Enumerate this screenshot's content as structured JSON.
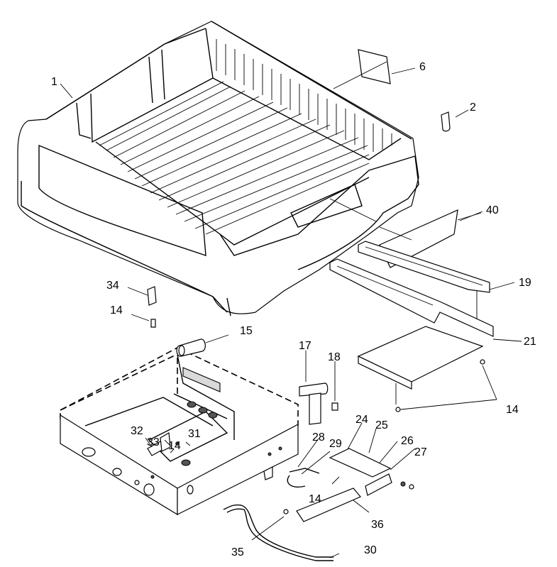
{
  "callouts": [
    "1",
    "2",
    "6",
    "40",
    "19",
    "21",
    "34",
    "14",
    "15",
    "17",
    "18",
    "14",
    "24",
    "25",
    "26",
    "27",
    "33",
    "14",
    "32",
    "31",
    "28",
    "29",
    "14",
    "36",
    "35",
    "30"
  ]
}
